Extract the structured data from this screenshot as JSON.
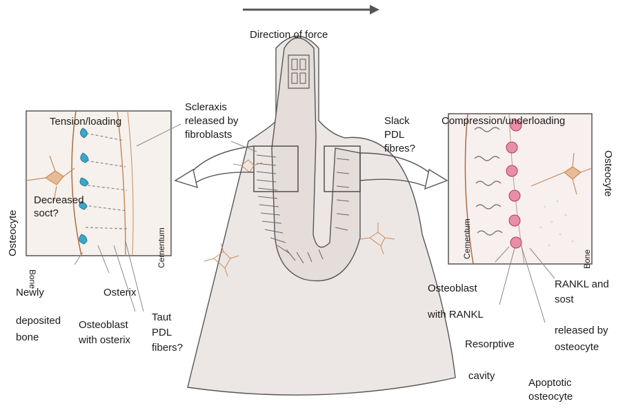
{
  "direction_label": "Direction of force",
  "left_panel": {
    "title": "Tension/loading",
    "osteocyte": "Osteocyte",
    "bone": "Bone",
    "cementum": "Cementum",
    "decreased_sost": [
      "Decreased",
      "soct?"
    ]
  },
  "right_panel": {
    "title": "Compression/underloading",
    "osteocyte": "Osteocyte",
    "cementum": "Cementum",
    "bone": "Bone"
  },
  "center": {
    "scleraxis": [
      "Scleraxis",
      "released by",
      "fibroblasts"
    ],
    "slack_pdl": [
      "Slack",
      "PDL",
      "fibres?"
    ]
  },
  "bottom_left": {
    "newly": "Newly",
    "deposited": [
      "deposited",
      "bone"
    ],
    "osterix": "Osterix",
    "osteoblast_osterix": [
      "Osteoblast",
      "with osterix"
    ],
    "taut": [
      "Taut",
      "PDL",
      "fibers?"
    ]
  },
  "bottom_right": {
    "osteoblast": "Osteoblast",
    "with_rankl": "with RANKL",
    "rankl_sost": [
      "RANKL and",
      "sost"
    ],
    "released_by": [
      "released by",
      "osteocyte"
    ],
    "resorptive": "Resorptive",
    "cavity": "cavity",
    "apoptotic": [
      "Apoptotic",
      "osteocyte"
    ]
  },
  "colors": {
    "line": "#444444",
    "bone_cell": "#c98a5a",
    "blue_cell": "#3aa6c9",
    "pink_cell": "#d4567a",
    "fill": "#ece7e4"
  }
}
